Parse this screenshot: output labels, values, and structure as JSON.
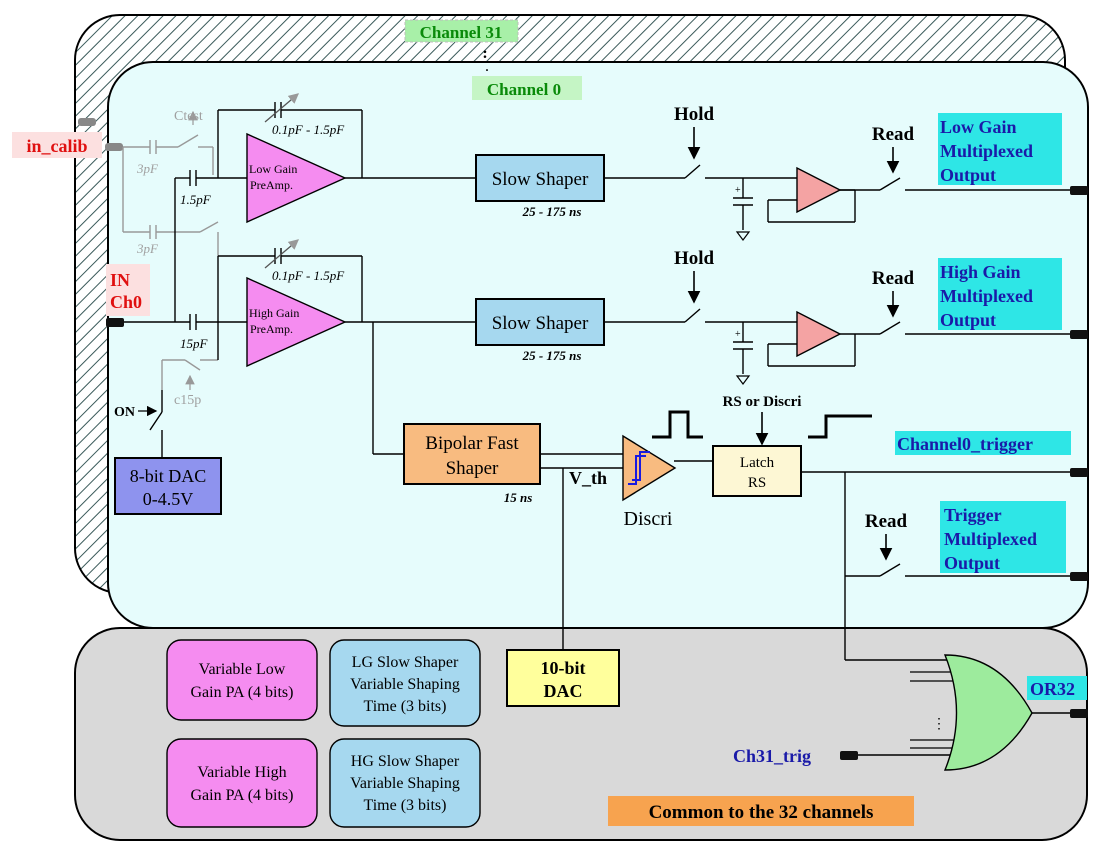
{
  "title_channel31": "Channel 31",
  "title_channel0": "Channel 0",
  "inputs": {
    "in_calib": "in_calib",
    "in_ch0_line1": "IN",
    "in_ch0_line2": "Ch0",
    "on_switch": "ON"
  },
  "calib": {
    "ctest": "Ctest",
    "c3pf_top": "3pF",
    "c3pf_bottom": "3pF",
    "c1_5pf": "1.5pF",
    "c15pf": "15pF",
    "c15p": "c15p"
  },
  "dac8": {
    "line1": "8-bit DAC",
    "line2": "0-4.5V"
  },
  "low_gain": {
    "amp_line1": "Low Gain",
    "amp_line2": "PreAmp.",
    "feedback_cap": "0.1pF - 1.5pF",
    "shaper": "Slow Shaper",
    "shaper_time": "25 - 175 ns",
    "hold": "Hold",
    "read": "Read",
    "out_line1": "Low Gain",
    "out_line2": "Multiplexed",
    "out_line3": "Output"
  },
  "high_gain": {
    "amp_line1": "High Gain",
    "amp_line2": "PreAmp.",
    "feedback_cap": "0.1pF - 1.5pF",
    "shaper": "Slow Shaper",
    "shaper_time": "25 - 175 ns",
    "hold": "Hold",
    "read": "Read",
    "out_line1": "High Gain",
    "out_line2": "Multiplexed",
    "out_line3": "Output"
  },
  "trigger": {
    "fast_line1": "Bipolar Fast",
    "fast_line2": "Shaper",
    "fast_time": "15 ns",
    "vth": "V_th",
    "discri": "Discri",
    "latch_line1": "Latch",
    "latch_line2": "RS",
    "rs_or_discri": "RS or Discri",
    "channel_trigger": "Channel0_trigger",
    "read": "Read",
    "out_line1": "Trigger",
    "out_line2": "Multiplexed",
    "out_line3": "Output"
  },
  "common": {
    "dac10_line1": "10-bit",
    "dac10_line2": "DAC",
    "lg_pa_line1": "Variable Low",
    "lg_pa_line2": "Gain PA (4 bits)",
    "hg_pa_line1": "Variable High",
    "hg_pa_line2": "Gain PA (4 bits)",
    "lg_ss_line1": "LG Slow Shaper",
    "lg_ss_line2": "Variable Shaping",
    "lg_ss_line3": "Time (3 bits)",
    "hg_ss_line1": "HG Slow Shaper",
    "hg_ss_line2": "Variable Shaping",
    "hg_ss_line3": "Time (3 bits)",
    "or32": "OR32",
    "ch31_trig": "Ch31_trig",
    "common_label": "Common to the 32 channels"
  },
  "colors": {
    "channel_bg": "#e6fcfc",
    "common_bg": "#d9d9d9",
    "preamp": "#f58cf0",
    "slow_shaper": "#a6d8ef",
    "fast_shaper": "#f8bb80",
    "buffer": "#f4a3a3",
    "latch": "#fdf7d4",
    "dac8": "#8e93ee",
    "dac10": "#ffff9c",
    "or_gate": "#9deb9d",
    "output_label_bg": "#2ee6e6",
    "output_label_text": "#1a1aa8",
    "red_label": "#e01010",
    "green_label": "#0a8a0a",
    "common_label_bg": "#f7a34f"
  }
}
